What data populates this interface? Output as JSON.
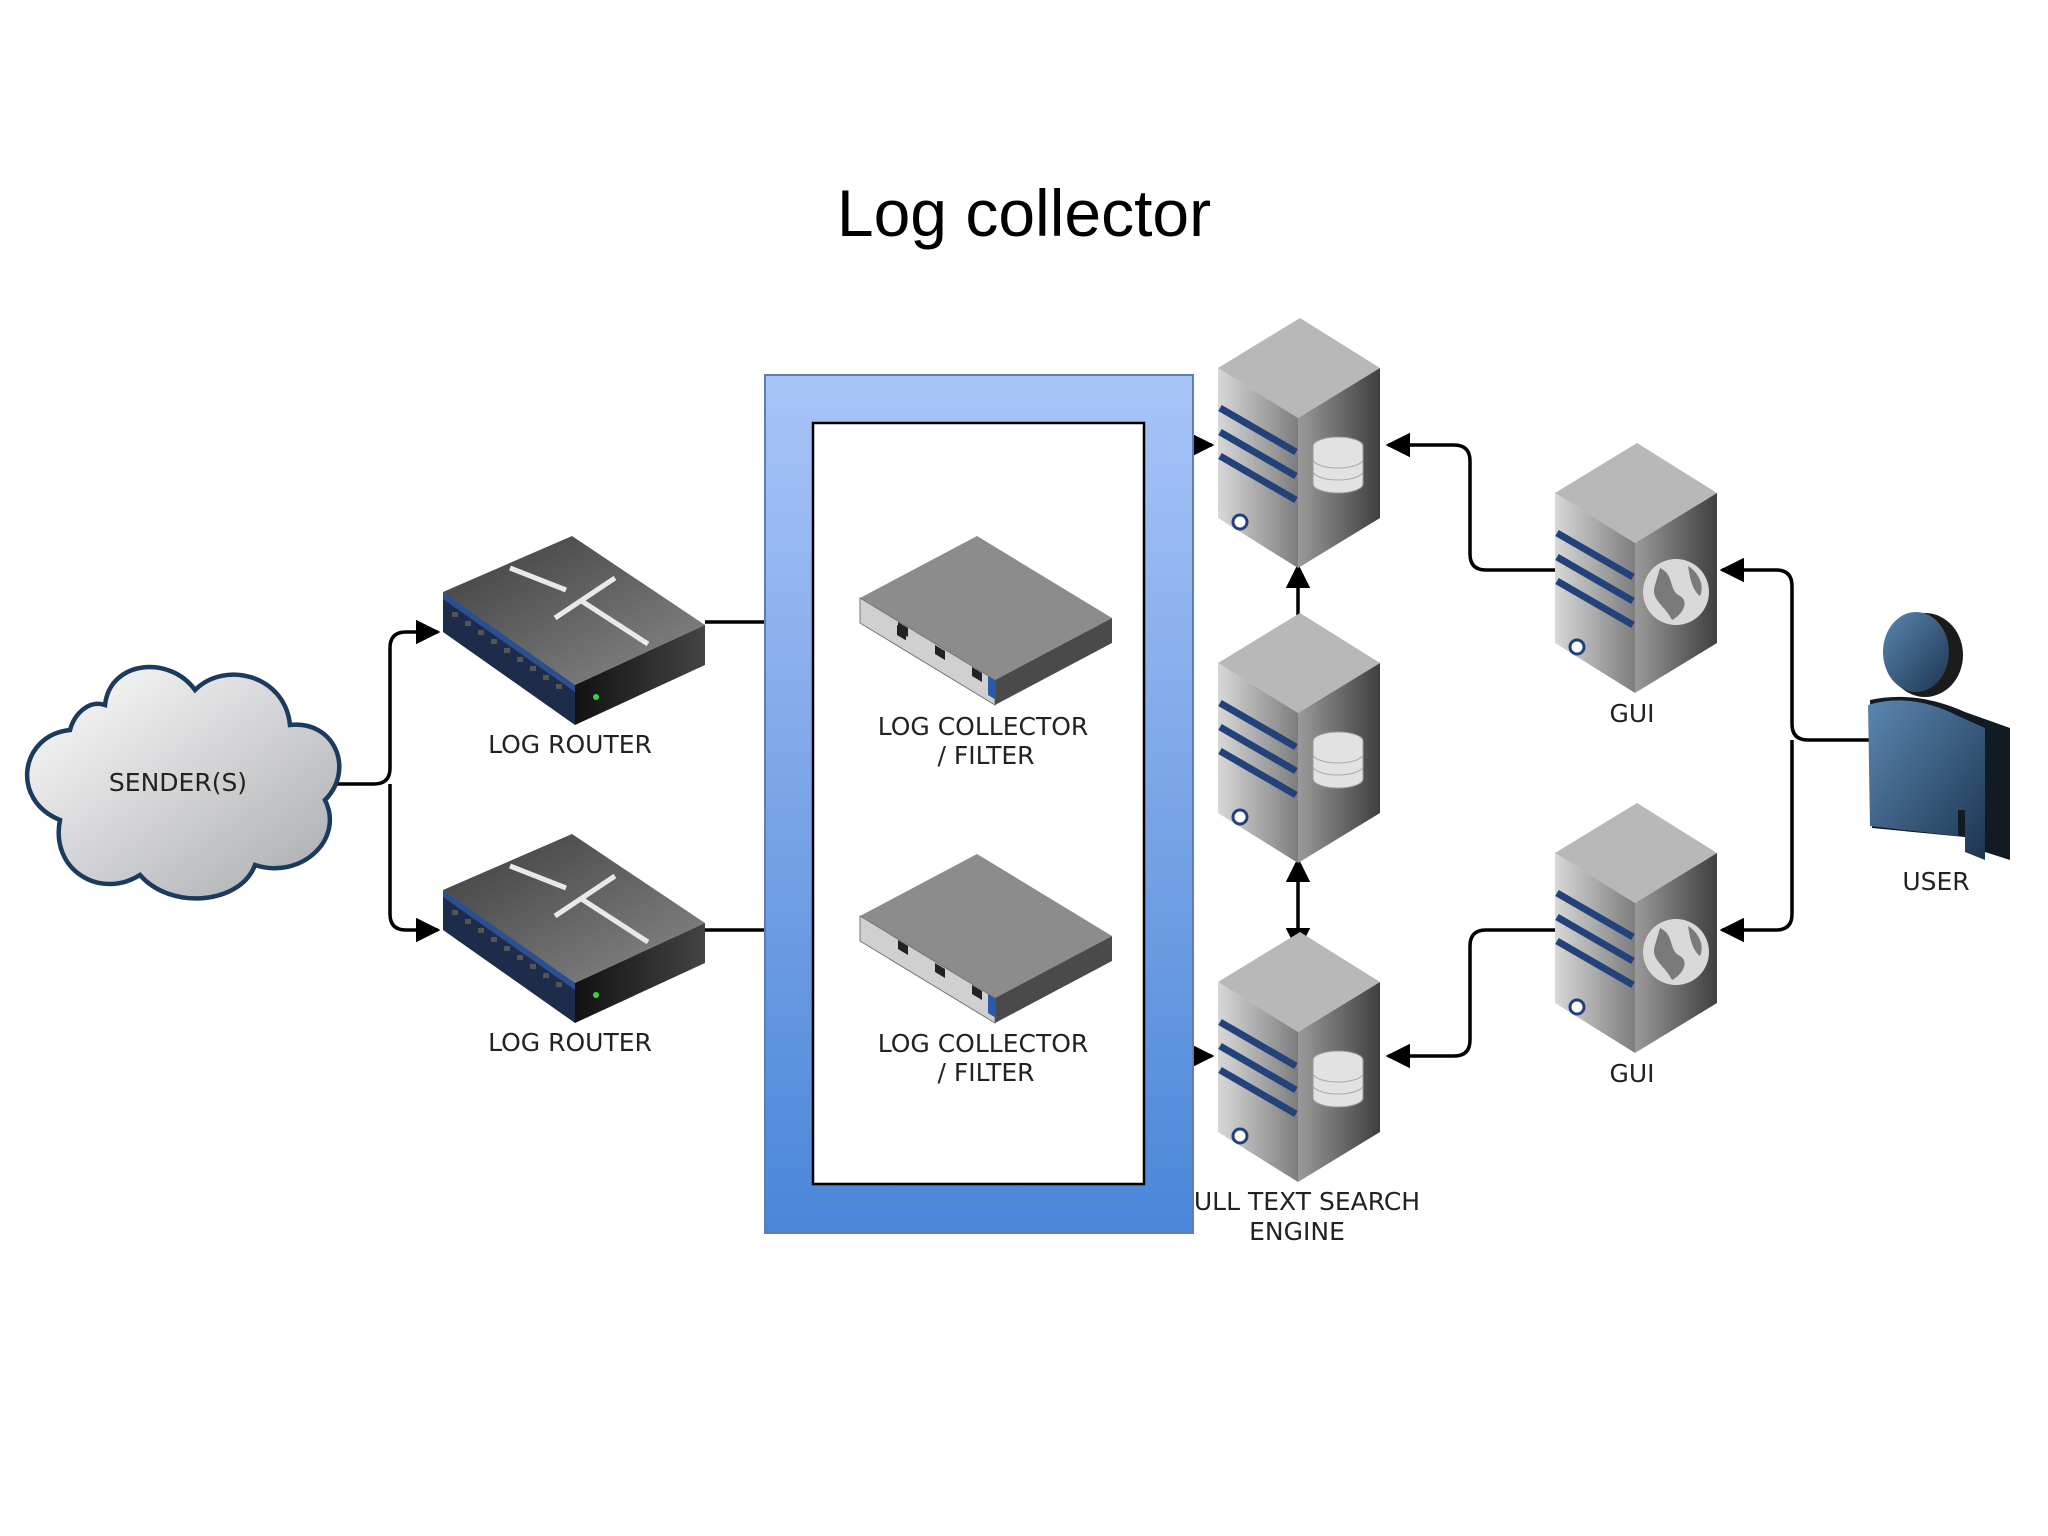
{
  "slide": {
    "title": "Log collector"
  },
  "diagram": {
    "sender_label": "SENDER(S)",
    "router_top_label": "LOG ROUTER",
    "router_bottom_label": "LOG ROUTER",
    "collector_top_label_line1": "LOG COLLECTOR",
    "collector_top_label_line2": "/ FILTER",
    "collector_bottom_label_line1": "LOG COLLECTOR",
    "collector_bottom_label_line2": "/ FILTER",
    "search_engine_label_line1": "ULL TEXT SEARCH",
    "search_engine_label_line2": "ENGINE",
    "gui_top_label": "GUI",
    "gui_bottom_label": "GUI",
    "user_label": "USER"
  },
  "colors": {
    "cluster_blue_light": "#a9c4f7",
    "cluster_blue_dark": "#4a86d8",
    "cloud_stroke": "#1b3a5e",
    "server_stripe": "#24427a",
    "user_body": "#2f5377"
  }
}
